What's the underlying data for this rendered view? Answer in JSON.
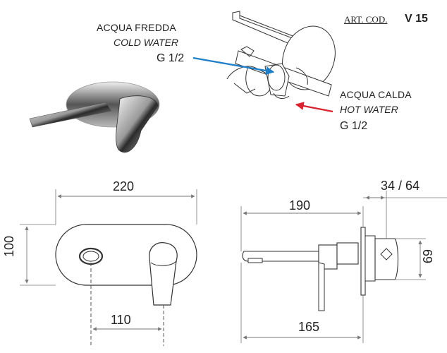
{
  "header": {
    "art_code_label": "ART. COD.",
    "art_code_value": "V 15"
  },
  "connections": {
    "cold": {
      "label_it": "ACQUA FREDDA",
      "label_en": "COLD WATER",
      "size": "G 1/2",
      "arrow_color": "#1e7fc8"
    },
    "hot": {
      "label_it": "ACQUA CALDA",
      "label_en": "HOT WATER",
      "size": "G 1/2",
      "arrow_color": "#d8242e"
    }
  },
  "dimensions": {
    "front_width": "220",
    "front_height": "100",
    "front_handle_offset": "110",
    "side_spout_length": "190",
    "side_wall_depth": "34 / 64",
    "side_body_height": "69",
    "side_spout_reach": "165"
  },
  "colors": {
    "line": "#333333",
    "dim_line": "#777777",
    "chrome_dark": "#2b2b2b",
    "chrome_light": "#dcdcdc"
  }
}
